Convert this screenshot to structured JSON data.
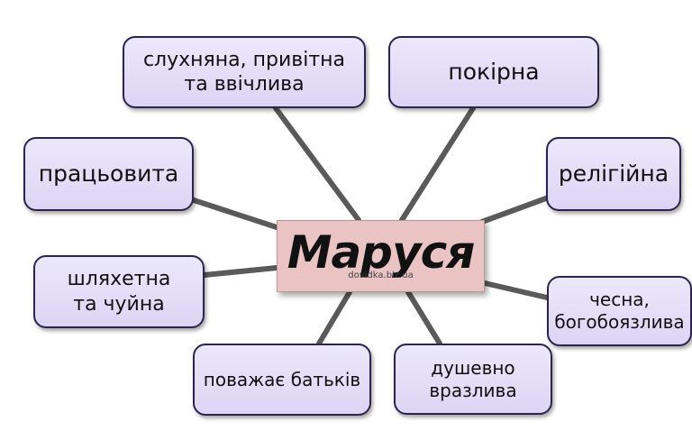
{
  "diagram": {
    "center": {
      "label": "Маруся",
      "watermark": "dovidka.biz.ua"
    },
    "nodes": [
      {
        "id": "n1",
        "label": "слухняна, привітна\nта ввічлива"
      },
      {
        "id": "n2",
        "label": "покірна"
      },
      {
        "id": "n3",
        "label": "працьовита"
      },
      {
        "id": "n4",
        "label": "релігійна"
      },
      {
        "id": "n5",
        "label": "шляхетна\nта чуйна"
      },
      {
        "id": "n6",
        "label": "чесна,\nбогобоязлива"
      },
      {
        "id": "n7",
        "label": "поважає батьків"
      },
      {
        "id": "n8",
        "label": "душевно\nвразлива"
      }
    ],
    "colors": {
      "node_fill": "#e3ddf8",
      "node_border": "#2d2350",
      "center_fill": "#e9c4c3",
      "connector": "#555555"
    }
  }
}
